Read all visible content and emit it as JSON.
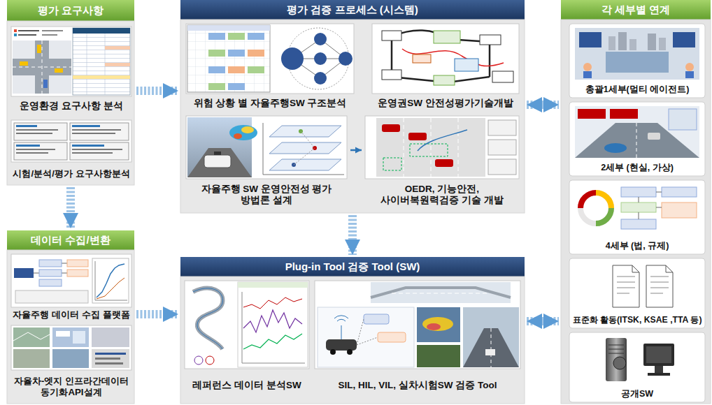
{
  "diagram": {
    "nodes": [
      {
        "text": [
          "평가 요구사항"
        ]
      },
      {
        "text": [
          "운영환경 요구사항 분석"
        ],
        "in": 0
      },
      {
        "text": [
          "시험/분석/평가 요구사항분석"
        ],
        "in": 0
      },
      {
        "text": [
          "데이터 수집/변환"
        ]
      },
      {
        "text": [
          "자율주행 데이터 수집 플랫폼"
        ],
        "in": 3
      },
      {
        "text": [
          "자율차-엣지 인프라간데이터 동기화API설계"
        ],
        "in": 3
      },
      {
        "text": [
          "평가 검증 프로세스 (시스템)"
        ]
      },
      {
        "text": [
          "위험 상황 별 자율주행SW 구조분석"
        ],
        "in": 6
      },
      {
        "text": [
          "운영권SW 안전성평가기술개발"
        ],
        "in": 6
      },
      {
        "text": [
          "자율주행 SW 운영안전성 평가 방법론 설계"
        ],
        "in": 6
      },
      {
        "text": [
          "OEDR, 기능안전, 사이버복원력검증 기술 개발"
        ],
        "in": 6
      },
      {
        "text": [
          "Plug-in Tool 검증 Tool (SW)"
        ]
      },
      {
        "text": [
          "레퍼런스 데이터 분석SW"
        ],
        "in": 11
      },
      {
        "text": [
          "SIL, HIL, VIL, 실차시험SW 검증 Tool"
        ],
        "in": 11
      },
      {
        "text": [
          "각 세부별 연계"
        ]
      },
      {
        "text": [
          "총괄1세부(멀티 에이전트)"
        ],
        "in": 14
      },
      {
        "text": [
          "2세부 (현실, 가상)"
        ],
        "in": 14
      },
      {
        "text": [
          "4세부 (법, 규제)"
        ],
        "in": 14
      },
      {
        "text": [
          "표준화 활동(ITSK, KSAE ,TTA 등)"
        ],
        "in": 14
      },
      {
        "text": [
          "공개SW"
        ],
        "in": 14
      }
    ],
    "edges": [
      {
        "from": 0,
        "to": 6,
        "arrow": "to"
      },
      {
        "from": 0,
        "to": 3,
        "arrow": "to"
      },
      {
        "from": 3,
        "to": 11,
        "arrow": "to"
      },
      {
        "from": 6,
        "to": 11,
        "arrow": "to"
      },
      {
        "from": 6,
        "to": 14,
        "arrow": "both"
      },
      {
        "from": 11,
        "to": 14,
        "arrow": "both"
      },
      {
        "from": 9,
        "to": 10,
        "arrow": "to"
      }
    ]
  }
}
